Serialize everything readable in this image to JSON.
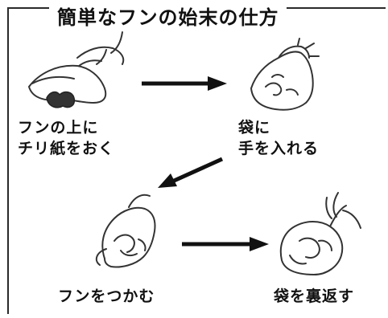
{
  "title": "簡単なフンの始末の仕方",
  "steps": [
    {
      "line1": "フンの上に",
      "line2": "チリ紙をおく"
    },
    {
      "line1": "袋に",
      "line2": "手を入れる"
    },
    {
      "line1": "フンをつかむ"
    },
    {
      "line1": "袋を裏返す"
    }
  ],
  "colors": {
    "ink": "#111111",
    "background": "#ffffff"
  }
}
